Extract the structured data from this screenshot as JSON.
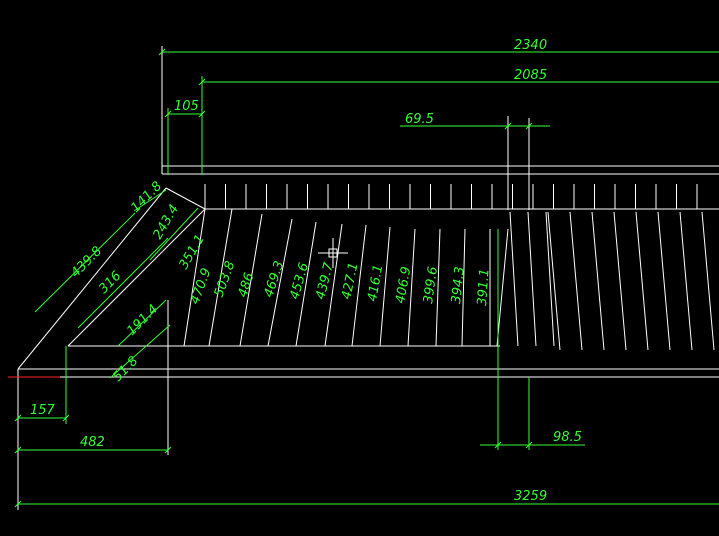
{
  "dimensions": {
    "total_width_bottom": "3259",
    "total_width_top": "2340",
    "inner_width_top": "2085",
    "left_offset_top": "105",
    "gap_top": "69.5",
    "gap_bottom": "98.5",
    "left_small_bottom": "157",
    "left_width_bottom": "482",
    "diag_outer": "439.8",
    "diag_top_left": "141.8",
    "diag_mid": "316",
    "diag_corner": "243.4",
    "diag_lower": "191.4",
    "diag_bottom_corner": "51.8"
  },
  "tread_labels": [
    "351.1",
    "470.9",
    "503.8",
    "486",
    "469.3",
    "453.6",
    "439.7",
    "427.1",
    "416.1",
    "406.9",
    "399.6",
    "394.3",
    "391.1"
  ],
  "colors": {
    "background": "#000000",
    "geometry": "#ffffff",
    "dimension": "#33ff33",
    "axis": "#ff2222"
  }
}
